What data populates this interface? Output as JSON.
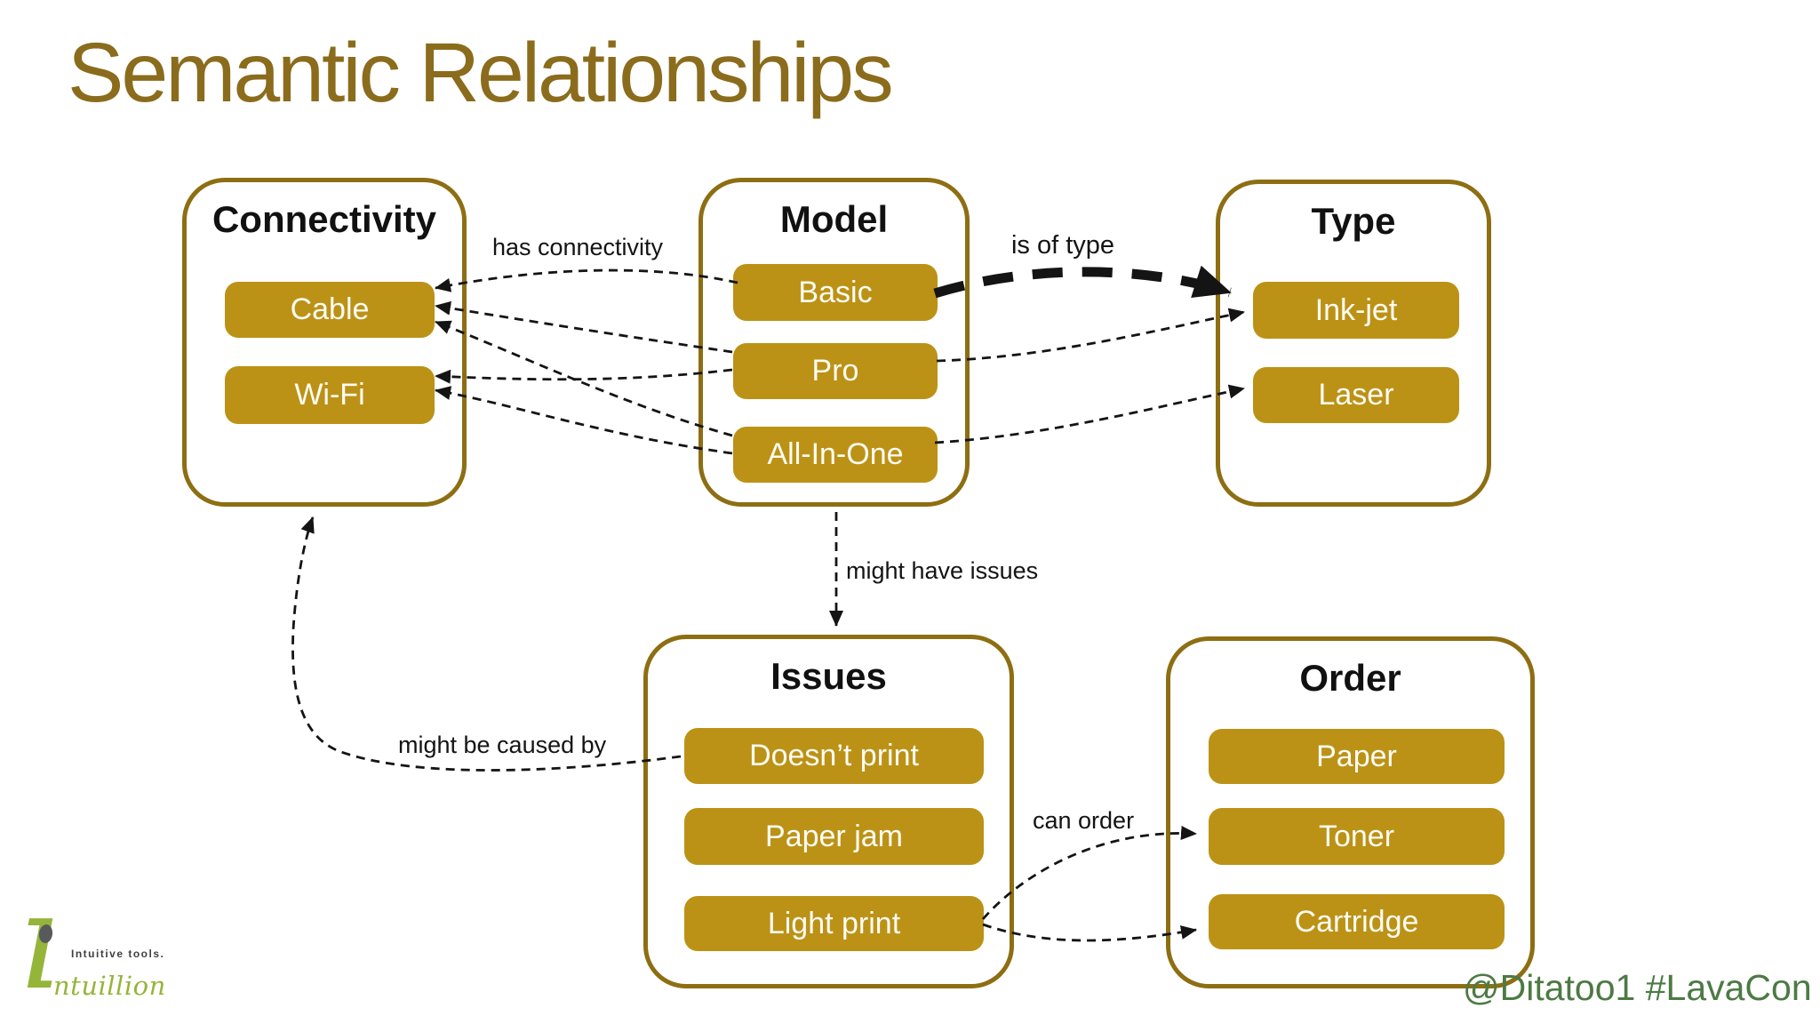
{
  "title": "Semantic Relationships",
  "groups": [
    {
      "title": "Connectivity",
      "items": [
        "Cable",
        "Wi-Fi"
      ]
    },
    {
      "title": "Model",
      "items": [
        "Basic",
        "Pro",
        "All-In-One"
      ]
    },
    {
      "title": "Type",
      "items": [
        "Ink-jet",
        "Laser"
      ]
    },
    {
      "title": "Issues",
      "items": [
        "Doesn’t print",
        "Paper jam",
        "Light print"
      ]
    },
    {
      "title": "Order",
      "items": [
        "Paper",
        "Toner",
        "Cartridge"
      ]
    }
  ],
  "relationships": [
    {
      "label": "has connectivity",
      "from": "Model",
      "to": "Connectivity"
    },
    {
      "label": "is of type",
      "from": "Basic",
      "to": "Ink-jet"
    },
    {
      "label": "might have issues",
      "from": "Model",
      "to": "Issues"
    },
    {
      "label": "might be caused by",
      "from": "Doesn’t print",
      "to": "Connectivity"
    },
    {
      "label": "can order",
      "from": "Light print",
      "to": "Order"
    }
  ],
  "footer": {
    "logo_text": "intuillion",
    "logo_stem_glyph": "ı",
    "logo_rest": "ntuillion",
    "tagline": "Intuitive tools.",
    "social": "@Ditatoo1 #LavaCon"
  },
  "colors": {
    "accent_gold": "#BC9216",
    "box_border": "#8D6E12",
    "title_gold": "#8A6C1C",
    "line_black": "#141414",
    "social_green": "#4C7A44",
    "logo_green": "#95B53A"
  }
}
